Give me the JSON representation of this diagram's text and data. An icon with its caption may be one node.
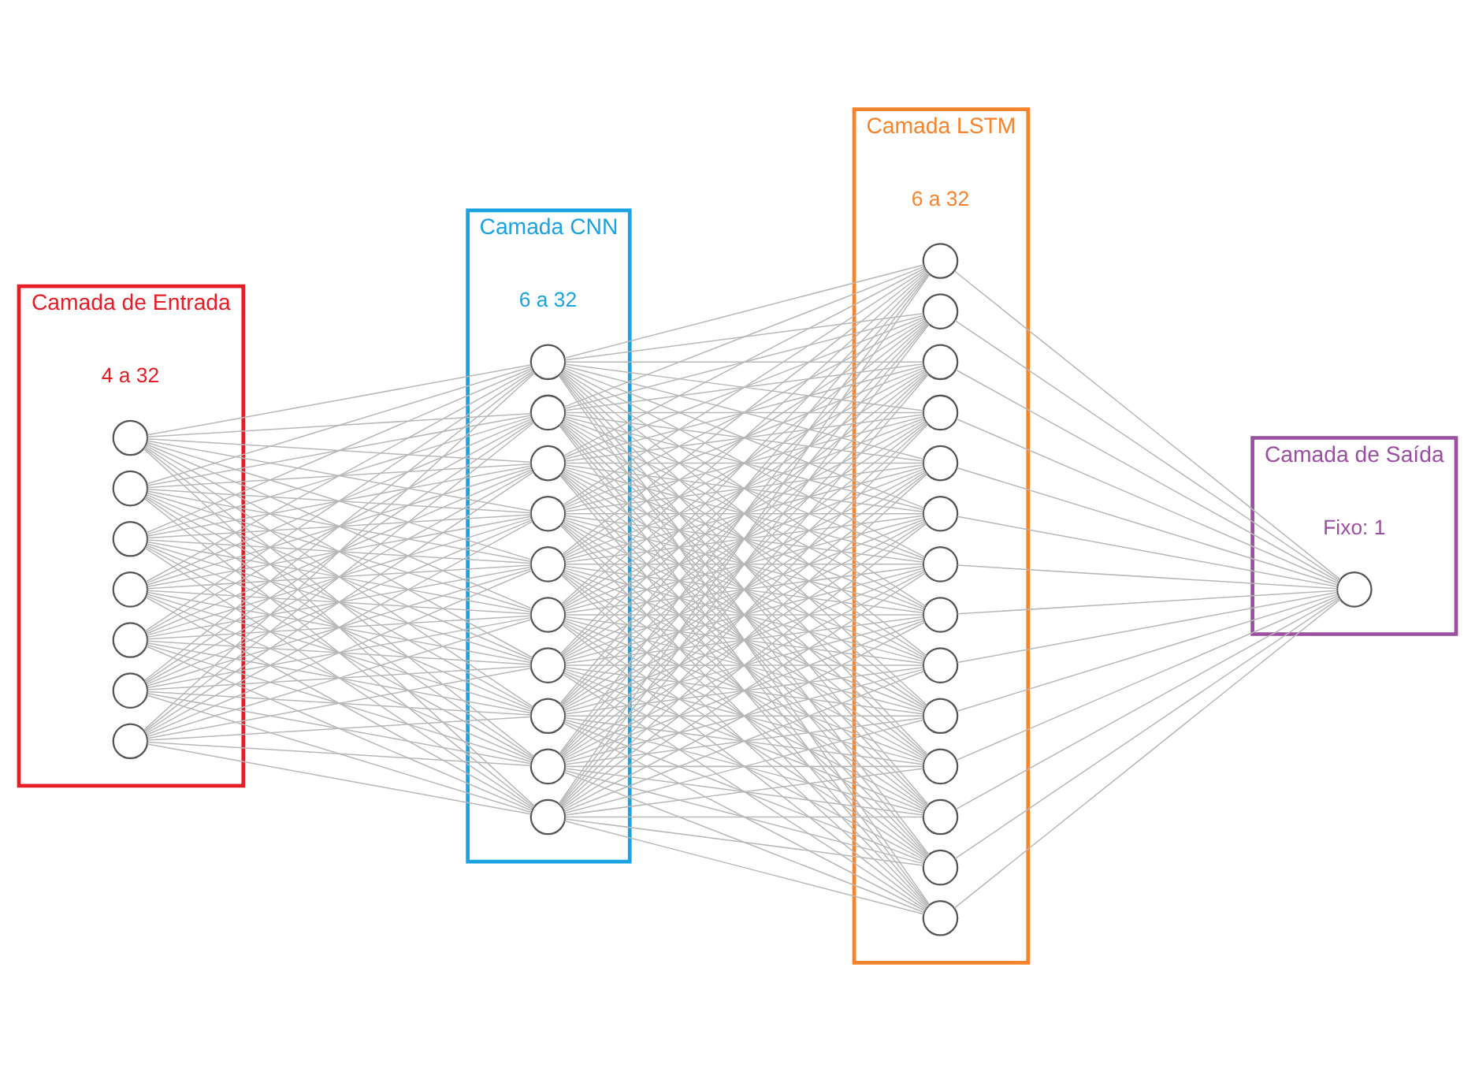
{
  "diagram": {
    "nodes": [
      {
        "text": [
          "Camada de Entrada"
        ],
        "beside": [
          "4 a 32"
        ]
      },
      {
        "text": [],
        "shape": "circle",
        "in": 0
      },
      {
        "text": [],
        "shape": "circle",
        "in": 0
      },
      {
        "text": [],
        "shape": "circle",
        "in": 0
      },
      {
        "text": [],
        "shape": "circle",
        "in": 0
      },
      {
        "text": [],
        "shape": "circle",
        "in": 0
      },
      {
        "text": [],
        "shape": "circle",
        "in": 0
      },
      {
        "text": [],
        "shape": "circle",
        "in": 0
      },
      {
        "text": [
          "Camada CNN"
        ],
        "beside": [
          "6 a 32"
        ]
      },
      {
        "text": [],
        "shape": "circle",
        "in": 8
      },
      {
        "text": [],
        "shape": "circle",
        "in": 8
      },
      {
        "text": [],
        "shape": "circle",
        "in": 8
      },
      {
        "text": [],
        "shape": "circle",
        "in": 8
      },
      {
        "text": [],
        "shape": "circle",
        "in": 8
      },
      {
        "text": [],
        "shape": "circle",
        "in": 8
      },
      {
        "text": [],
        "shape": "circle",
        "in": 8
      },
      {
        "text": [],
        "shape": "circle",
        "in": 8
      },
      {
        "text": [],
        "shape": "circle",
        "in": 8
      },
      {
        "text": [],
        "shape": "circle",
        "in": 8
      },
      {
        "text": [
          "Camada LSTM"
        ],
        "beside": [
          "6 a 32"
        ]
      },
      {
        "text": [],
        "shape": "circle",
        "in": 19
      },
      {
        "text": [],
        "shape": "circle",
        "in": 19
      },
      {
        "text": [],
        "shape": "circle",
        "in": 19
      },
      {
        "text": [],
        "shape": "circle",
        "in": 19
      },
      {
        "text": [],
        "shape": "circle",
        "in": 19
      },
      {
        "text": [],
        "shape": "circle",
        "in": 19
      },
      {
        "text": [],
        "shape": "circle",
        "in": 19
      },
      {
        "text": [],
        "shape": "circle",
        "in": 19
      },
      {
        "text": [],
        "shape": "circle",
        "in": 19
      },
      {
        "text": [],
        "shape": "circle",
        "in": 19
      },
      {
        "text": [],
        "shape": "circle",
        "in": 19
      },
      {
        "text": [],
        "shape": "circle",
        "in": 19
      },
      {
        "text": [],
        "shape": "circle",
        "in": 19
      },
      {
        "text": [],
        "shape": "circle",
        "in": 19
      },
      {
        "text": [
          "Camada de Saída"
        ],
        "beside": [
          "Fixo: 1"
        ]
      },
      {
        "text": [],
        "shape": "circle",
        "in": 34
      }
    ],
    "edges": [
      {
        "from": 1,
        "to": 9,
        "arrow": "none"
      },
      {
        "from": 1,
        "to": 10,
        "arrow": "none"
      },
      {
        "from": 1,
        "to": 11,
        "arrow": "none"
      },
      {
        "from": 1,
        "to": 12,
        "arrow": "none"
      },
      {
        "from": 1,
        "to": 13,
        "arrow": "none"
      },
      {
        "from": 1,
        "to": 14,
        "arrow": "none"
      },
      {
        "from": 1,
        "to": 15,
        "arrow": "none"
      },
      {
        "from": 1,
        "to": 16,
        "arrow": "none"
      },
      {
        "from": 1,
        "to": 17,
        "arrow": "none"
      },
      {
        "from": 1,
        "to": 18,
        "arrow": "none"
      },
      {
        "from": 2,
        "to": 9,
        "arrow": "none"
      },
      {
        "from": 2,
        "to": 10,
        "arrow": "none"
      },
      {
        "from": 2,
        "to": 11,
        "arrow": "none"
      },
      {
        "from": 2,
        "to": 12,
        "arrow": "none"
      },
      {
        "from": 2,
        "to": 13,
        "arrow": "none"
      },
      {
        "from": 2,
        "to": 14,
        "arrow": "none"
      },
      {
        "from": 2,
        "to": 15,
        "arrow": "none"
      },
      {
        "from": 2,
        "to": 16,
        "arrow": "none"
      },
      {
        "from": 2,
        "to": 17,
        "arrow": "none"
      },
      {
        "from": 2,
        "to": 18,
        "arrow": "none"
      },
      {
        "from": 3,
        "to": 9,
        "arrow": "none"
      },
      {
        "from": 3,
        "to": 10,
        "arrow": "none"
      },
      {
        "from": 3,
        "to": 11,
        "arrow": "none"
      },
      {
        "from": 3,
        "to": 12,
        "arrow": "none"
      },
      {
        "from": 3,
        "to": 13,
        "arrow": "none"
      },
      {
        "from": 3,
        "to": 14,
        "arrow": "none"
      },
      {
        "from": 3,
        "to": 15,
        "arrow": "none"
      },
      {
        "from": 3,
        "to": 16,
        "arrow": "none"
      },
      {
        "from": 3,
        "to": 17,
        "arrow": "none"
      },
      {
        "from": 3,
        "to": 18,
        "arrow": "none"
      },
      {
        "from": 4,
        "to": 9,
        "arrow": "none"
      },
      {
        "from": 4,
        "to": 10,
        "arrow": "none"
      },
      {
        "from": 4,
        "to": 11,
        "arrow": "none"
      },
      {
        "from": 4,
        "to": 12,
        "arrow": "none"
      },
      {
        "from": 4,
        "to": 13,
        "arrow": "none"
      },
      {
        "from": 4,
        "to": 14,
        "arrow": "none"
      },
      {
        "from": 4,
        "to": 15,
        "arrow": "none"
      },
      {
        "from": 4,
        "to": 16,
        "arrow": "none"
      },
      {
        "from": 4,
        "to": 17,
        "arrow": "none"
      },
      {
        "from": 4,
        "to": 18,
        "arrow": "none"
      },
      {
        "from": 5,
        "to": 9,
        "arrow": "none"
      },
      {
        "from": 5,
        "to": 10,
        "arrow": "none"
      },
      {
        "from": 5,
        "to": 11,
        "arrow": "none"
      },
      {
        "from": 5,
        "to": 12,
        "arrow": "none"
      },
      {
        "from": 5,
        "to": 13,
        "arrow": "none"
      },
      {
        "from": 5,
        "to": 14,
        "arrow": "none"
      },
      {
        "from": 5,
        "to": 15,
        "arrow": "none"
      },
      {
        "from": 5,
        "to": 16,
        "arrow": "none"
      },
      {
        "from": 5,
        "to": 17,
        "arrow": "none"
      },
      {
        "from": 5,
        "to": 18,
        "arrow": "none"
      },
      {
        "from": 6,
        "to": 9,
        "arrow": "none"
      },
      {
        "from": 6,
        "to": 10,
        "arrow": "none"
      },
      {
        "from": 6,
        "to": 11,
        "arrow": "none"
      },
      {
        "from": 6,
        "to": 12,
        "arrow": "none"
      },
      {
        "from": 6,
        "to": 13,
        "arrow": "none"
      },
      {
        "from": 6,
        "to": 14,
        "arrow": "none"
      },
      {
        "from": 6,
        "to": 15,
        "arrow": "none"
      },
      {
        "from": 6,
        "to": 16,
        "arrow": "none"
      },
      {
        "from": 6,
        "to": 17,
        "arrow": "none"
      },
      {
        "from": 6,
        "to": 18,
        "arrow": "none"
      },
      {
        "from": 7,
        "to": 9,
        "arrow": "none"
      },
      {
        "from": 7,
        "to": 10,
        "arrow": "none"
      },
      {
        "from": 7,
        "to": 11,
        "arrow": "none"
      },
      {
        "from": 7,
        "to": 12,
        "arrow": "none"
      },
      {
        "from": 7,
        "to": 13,
        "arrow": "none"
      },
      {
        "from": 7,
        "to": 14,
        "arrow": "none"
      },
      {
        "from": 7,
        "to": 15,
        "arrow": "none"
      },
      {
        "from": 7,
        "to": 16,
        "arrow": "none"
      },
      {
        "from": 7,
        "to": 17,
        "arrow": "none"
      },
      {
        "from": 7,
        "to": 18,
        "arrow": "none"
      },
      {
        "from": 9,
        "to": 20,
        "arrow": "none"
      },
      {
        "from": 9,
        "to": 21,
        "arrow": "none"
      },
      {
        "from": 9,
        "to": 22,
        "arrow": "none"
      },
      {
        "from": 9,
        "to": 23,
        "arrow": "none"
      },
      {
        "from": 9,
        "to": 24,
        "arrow": "none"
      },
      {
        "from": 9,
        "to": 25,
        "arrow": "none"
      },
      {
        "from": 9,
        "to": 26,
        "arrow": "none"
      },
      {
        "from": 9,
        "to": 27,
        "arrow": "none"
      },
      {
        "from": 9,
        "to": 28,
        "arrow": "none"
      },
      {
        "from": 9,
        "to": 29,
        "arrow": "none"
      },
      {
        "from": 9,
        "to": 30,
        "arrow": "none"
      },
      {
        "from": 9,
        "to": 31,
        "arrow": "none"
      },
      {
        "from": 9,
        "to": 32,
        "arrow": "none"
      },
      {
        "from": 9,
        "to": 33,
        "arrow": "none"
      },
      {
        "from": 10,
        "to": 20,
        "arrow": "none"
      },
      {
        "from": 10,
        "to": 21,
        "arrow": "none"
      },
      {
        "from": 10,
        "to": 22,
        "arrow": "none"
      },
      {
        "from": 10,
        "to": 23,
        "arrow": "none"
      },
      {
        "from": 10,
        "to": 24,
        "arrow": "none"
      },
      {
        "from": 10,
        "to": 25,
        "arrow": "none"
      },
      {
        "from": 10,
        "to": 26,
        "arrow": "none"
      },
      {
        "from": 10,
        "to": 27,
        "arrow": "none"
      },
      {
        "from": 10,
        "to": 28,
        "arrow": "none"
      },
      {
        "from": 10,
        "to": 29,
        "arrow": "none"
      },
      {
        "from": 10,
        "to": 30,
        "arrow": "none"
      },
      {
        "from": 10,
        "to": 31,
        "arrow": "none"
      },
      {
        "from": 10,
        "to": 32,
        "arrow": "none"
      },
      {
        "from": 10,
        "to": 33,
        "arrow": "none"
      },
      {
        "from": 11,
        "to": 20,
        "arrow": "none"
      },
      {
        "from": 11,
        "to": 21,
        "arrow": "none"
      },
      {
        "from": 11,
        "to": 22,
        "arrow": "none"
      },
      {
        "from": 11,
        "to": 23,
        "arrow": "none"
      },
      {
        "from": 11,
        "to": 24,
        "arrow": "none"
      },
      {
        "from": 11,
        "to": 25,
        "arrow": "none"
      },
      {
        "from": 11,
        "to": 26,
        "arrow": "none"
      },
      {
        "from": 11,
        "to": 27,
        "arrow": "none"
      },
      {
        "from": 11,
        "to": 28,
        "arrow": "none"
      },
      {
        "from": 11,
        "to": 29,
        "arrow": "none"
      },
      {
        "from": 11,
        "to": 30,
        "arrow": "none"
      },
      {
        "from": 11,
        "to": 31,
        "arrow": "none"
      },
      {
        "from": 11,
        "to": 32,
        "arrow": "none"
      },
      {
        "from": 11,
        "to": 33,
        "arrow": "none"
      },
      {
        "from": 12,
        "to": 20,
        "arrow": "none"
      },
      {
        "from": 12,
        "to": 21,
        "arrow": "none"
      },
      {
        "from": 12,
        "to": 22,
        "arrow": "none"
      },
      {
        "from": 12,
        "to": 23,
        "arrow": "none"
      },
      {
        "from": 12,
        "to": 24,
        "arrow": "none"
      },
      {
        "from": 12,
        "to": 25,
        "arrow": "none"
      },
      {
        "from": 12,
        "to": 26,
        "arrow": "none"
      },
      {
        "from": 12,
        "to": 27,
        "arrow": "none"
      },
      {
        "from": 12,
        "to": 28,
        "arrow": "none"
      },
      {
        "from": 12,
        "to": 29,
        "arrow": "none"
      },
      {
        "from": 12,
        "to": 30,
        "arrow": "none"
      },
      {
        "from": 12,
        "to": 31,
        "arrow": "none"
      },
      {
        "from": 12,
        "to": 32,
        "arrow": "none"
      },
      {
        "from": 12,
        "to": 33,
        "arrow": "none"
      },
      {
        "from": 13,
        "to": 20,
        "arrow": "none"
      },
      {
        "from": 13,
        "to": 21,
        "arrow": "none"
      },
      {
        "from": 13,
        "to": 22,
        "arrow": "none"
      },
      {
        "from": 13,
        "to": 23,
        "arrow": "none"
      },
      {
        "from": 13,
        "to": 24,
        "arrow": "none"
      },
      {
        "from": 13,
        "to": 25,
        "arrow": "none"
      },
      {
        "from": 13,
        "to": 26,
        "arrow": "none"
      },
      {
        "from": 13,
        "to": 27,
        "arrow": "none"
      },
      {
        "from": 13,
        "to": 28,
        "arrow": "none"
      },
      {
        "from": 13,
        "to": 29,
        "arrow": "none"
      },
      {
        "from": 13,
        "to": 30,
        "arrow": "none"
      },
      {
        "from": 13,
        "to": 31,
        "arrow": "none"
      },
      {
        "from": 13,
        "to": 32,
        "arrow": "none"
      },
      {
        "from": 13,
        "to": 33,
        "arrow": "none"
      },
      {
        "from": 14,
        "to": 20,
        "arrow": "none"
      },
      {
        "from": 14,
        "to": 21,
        "arrow": "none"
      },
      {
        "from": 14,
        "to": 22,
        "arrow": "none"
      },
      {
        "from": 14,
        "to": 23,
        "arrow": "none"
      },
      {
        "from": 14,
        "to": 24,
        "arrow": "none"
      },
      {
        "from": 14,
        "to": 25,
        "arrow": "none"
      },
      {
        "from": 14,
        "to": 26,
        "arrow": "none"
      },
      {
        "from": 14,
        "to": 27,
        "arrow": "none"
      },
      {
        "from": 14,
        "to": 28,
        "arrow": "none"
      },
      {
        "from": 14,
        "to": 29,
        "arrow": "none"
      },
      {
        "from": 14,
        "to": 30,
        "arrow": "none"
      },
      {
        "from": 14,
        "to": 31,
        "arrow": "none"
      },
      {
        "from": 14,
        "to": 32,
        "arrow": "none"
      },
      {
        "from": 14,
        "to": 33,
        "arrow": "none"
      },
      {
        "from": 15,
        "to": 20,
        "arrow": "none"
      },
      {
        "from": 15,
        "to": 21,
        "arrow": "none"
      },
      {
        "from": 15,
        "to": 22,
        "arrow": "none"
      },
      {
        "from": 15,
        "to": 23,
        "arrow": "none"
      },
      {
        "from": 15,
        "to": 24,
        "arrow": "none"
      },
      {
        "from": 15,
        "to": 25,
        "arrow": "none"
      },
      {
        "from": 15,
        "to": 26,
        "arrow": "none"
      },
      {
        "from": 15,
        "to": 27,
        "arrow": "none"
      },
      {
        "from": 15,
        "to": 28,
        "arrow": "none"
      },
      {
        "from": 15,
        "to": 29,
        "arrow": "none"
      },
      {
        "from": 15,
        "to": 30,
        "arrow": "none"
      },
      {
        "from": 15,
        "to": 31,
        "arrow": "none"
      },
      {
        "from": 15,
        "to": 32,
        "arrow": "none"
      },
      {
        "from": 15,
        "to": 33,
        "arrow": "none"
      },
      {
        "from": 16,
        "to": 20,
        "arrow": "none"
      },
      {
        "from": 16,
        "to": 21,
        "arrow": "none"
      },
      {
        "from": 16,
        "to": 22,
        "arrow": "none"
      },
      {
        "from": 16,
        "to": 23,
        "arrow": "none"
      },
      {
        "from": 16,
        "to": 24,
        "arrow": "none"
      },
      {
        "from": 16,
        "to": 25,
        "arrow": "none"
      },
      {
        "from": 16,
        "to": 26,
        "arrow": "none"
      },
      {
        "from": 16,
        "to": 27,
        "arrow": "none"
      },
      {
        "from": 16,
        "to": 28,
        "arrow": "none"
      },
      {
        "from": 16,
        "to": 29,
        "arrow": "none"
      },
      {
        "from": 16,
        "to": 30,
        "arrow": "none"
      },
      {
        "from": 16,
        "to": 31,
        "arrow": "none"
      },
      {
        "from": 16,
        "to": 32,
        "arrow": "none"
      },
      {
        "from": 16,
        "to": 33,
        "arrow": "none"
      },
      {
        "from": 17,
        "to": 20,
        "arrow": "none"
      },
      {
        "from": 17,
        "to": 21,
        "arrow": "none"
      },
      {
        "from": 17,
        "to": 22,
        "arrow": "none"
      },
      {
        "from": 17,
        "to": 23,
        "arrow": "none"
      },
      {
        "from": 17,
        "to": 24,
        "arrow": "none"
      },
      {
        "from": 17,
        "to": 25,
        "arrow": "none"
      },
      {
        "from": 17,
        "to": 26,
        "arrow": "none"
      },
      {
        "from": 17,
        "to": 27,
        "arrow": "none"
      },
      {
        "from": 17,
        "to": 28,
        "arrow": "none"
      },
      {
        "from": 17,
        "to": 29,
        "arrow": "none"
      },
      {
        "from": 17,
        "to": 30,
        "arrow": "none"
      },
      {
        "from": 17,
        "to": 31,
        "arrow": "none"
      },
      {
        "from": 17,
        "to": 32,
        "arrow": "none"
      },
      {
        "from": 17,
        "to": 33,
        "arrow": "none"
      },
      {
        "from": 18,
        "to": 20,
        "arrow": "none"
      },
      {
        "from": 18,
        "to": 21,
        "arrow": "none"
      },
      {
        "from": 18,
        "to": 22,
        "arrow": "none"
      },
      {
        "from": 18,
        "to": 23,
        "arrow": "none"
      },
      {
        "from": 18,
        "to": 24,
        "arrow": "none"
      },
      {
        "from": 18,
        "to": 25,
        "arrow": "none"
      },
      {
        "from": 18,
        "to": 26,
        "arrow": "none"
      },
      {
        "from": 18,
        "to": 27,
        "arrow": "none"
      },
      {
        "from": 18,
        "to": 28,
        "arrow": "none"
      },
      {
        "from": 18,
        "to": 29,
        "arrow": "none"
      },
      {
        "from": 18,
        "to": 30,
        "arrow": "none"
      },
      {
        "from": 18,
        "to": 31,
        "arrow": "none"
      },
      {
        "from": 18,
        "to": 32,
        "arrow": "none"
      },
      {
        "from": 18,
        "to": 33,
        "arrow": "none"
      },
      {
        "from": 20,
        "to": 35,
        "arrow": "none"
      },
      {
        "from": 21,
        "to": 35,
        "arrow": "none"
      },
      {
        "from": 22,
        "to": 35,
        "arrow": "none"
      },
      {
        "from": 23,
        "to": 35,
        "arrow": "none"
      },
      {
        "from": 24,
        "to": 35,
        "arrow": "none"
      },
      {
        "from": 25,
        "to": 35,
        "arrow": "none"
      },
      {
        "from": 26,
        "to": 35,
        "arrow": "none"
      },
      {
        "from": 27,
        "to": 35,
        "arrow": "none"
      },
      {
        "from": 28,
        "to": 35,
        "arrow": "none"
      },
      {
        "from": 29,
        "to": 35,
        "arrow": "none"
      },
      {
        "from": 30,
        "to": 35,
        "arrow": "none"
      },
      {
        "from": 31,
        "to": 35,
        "arrow": "none"
      },
      {
        "from": 32,
        "to": 35,
        "arrow": "none"
      },
      {
        "from": 33,
        "to": 35,
        "arrow": "none"
      }
    ]
  }
}
